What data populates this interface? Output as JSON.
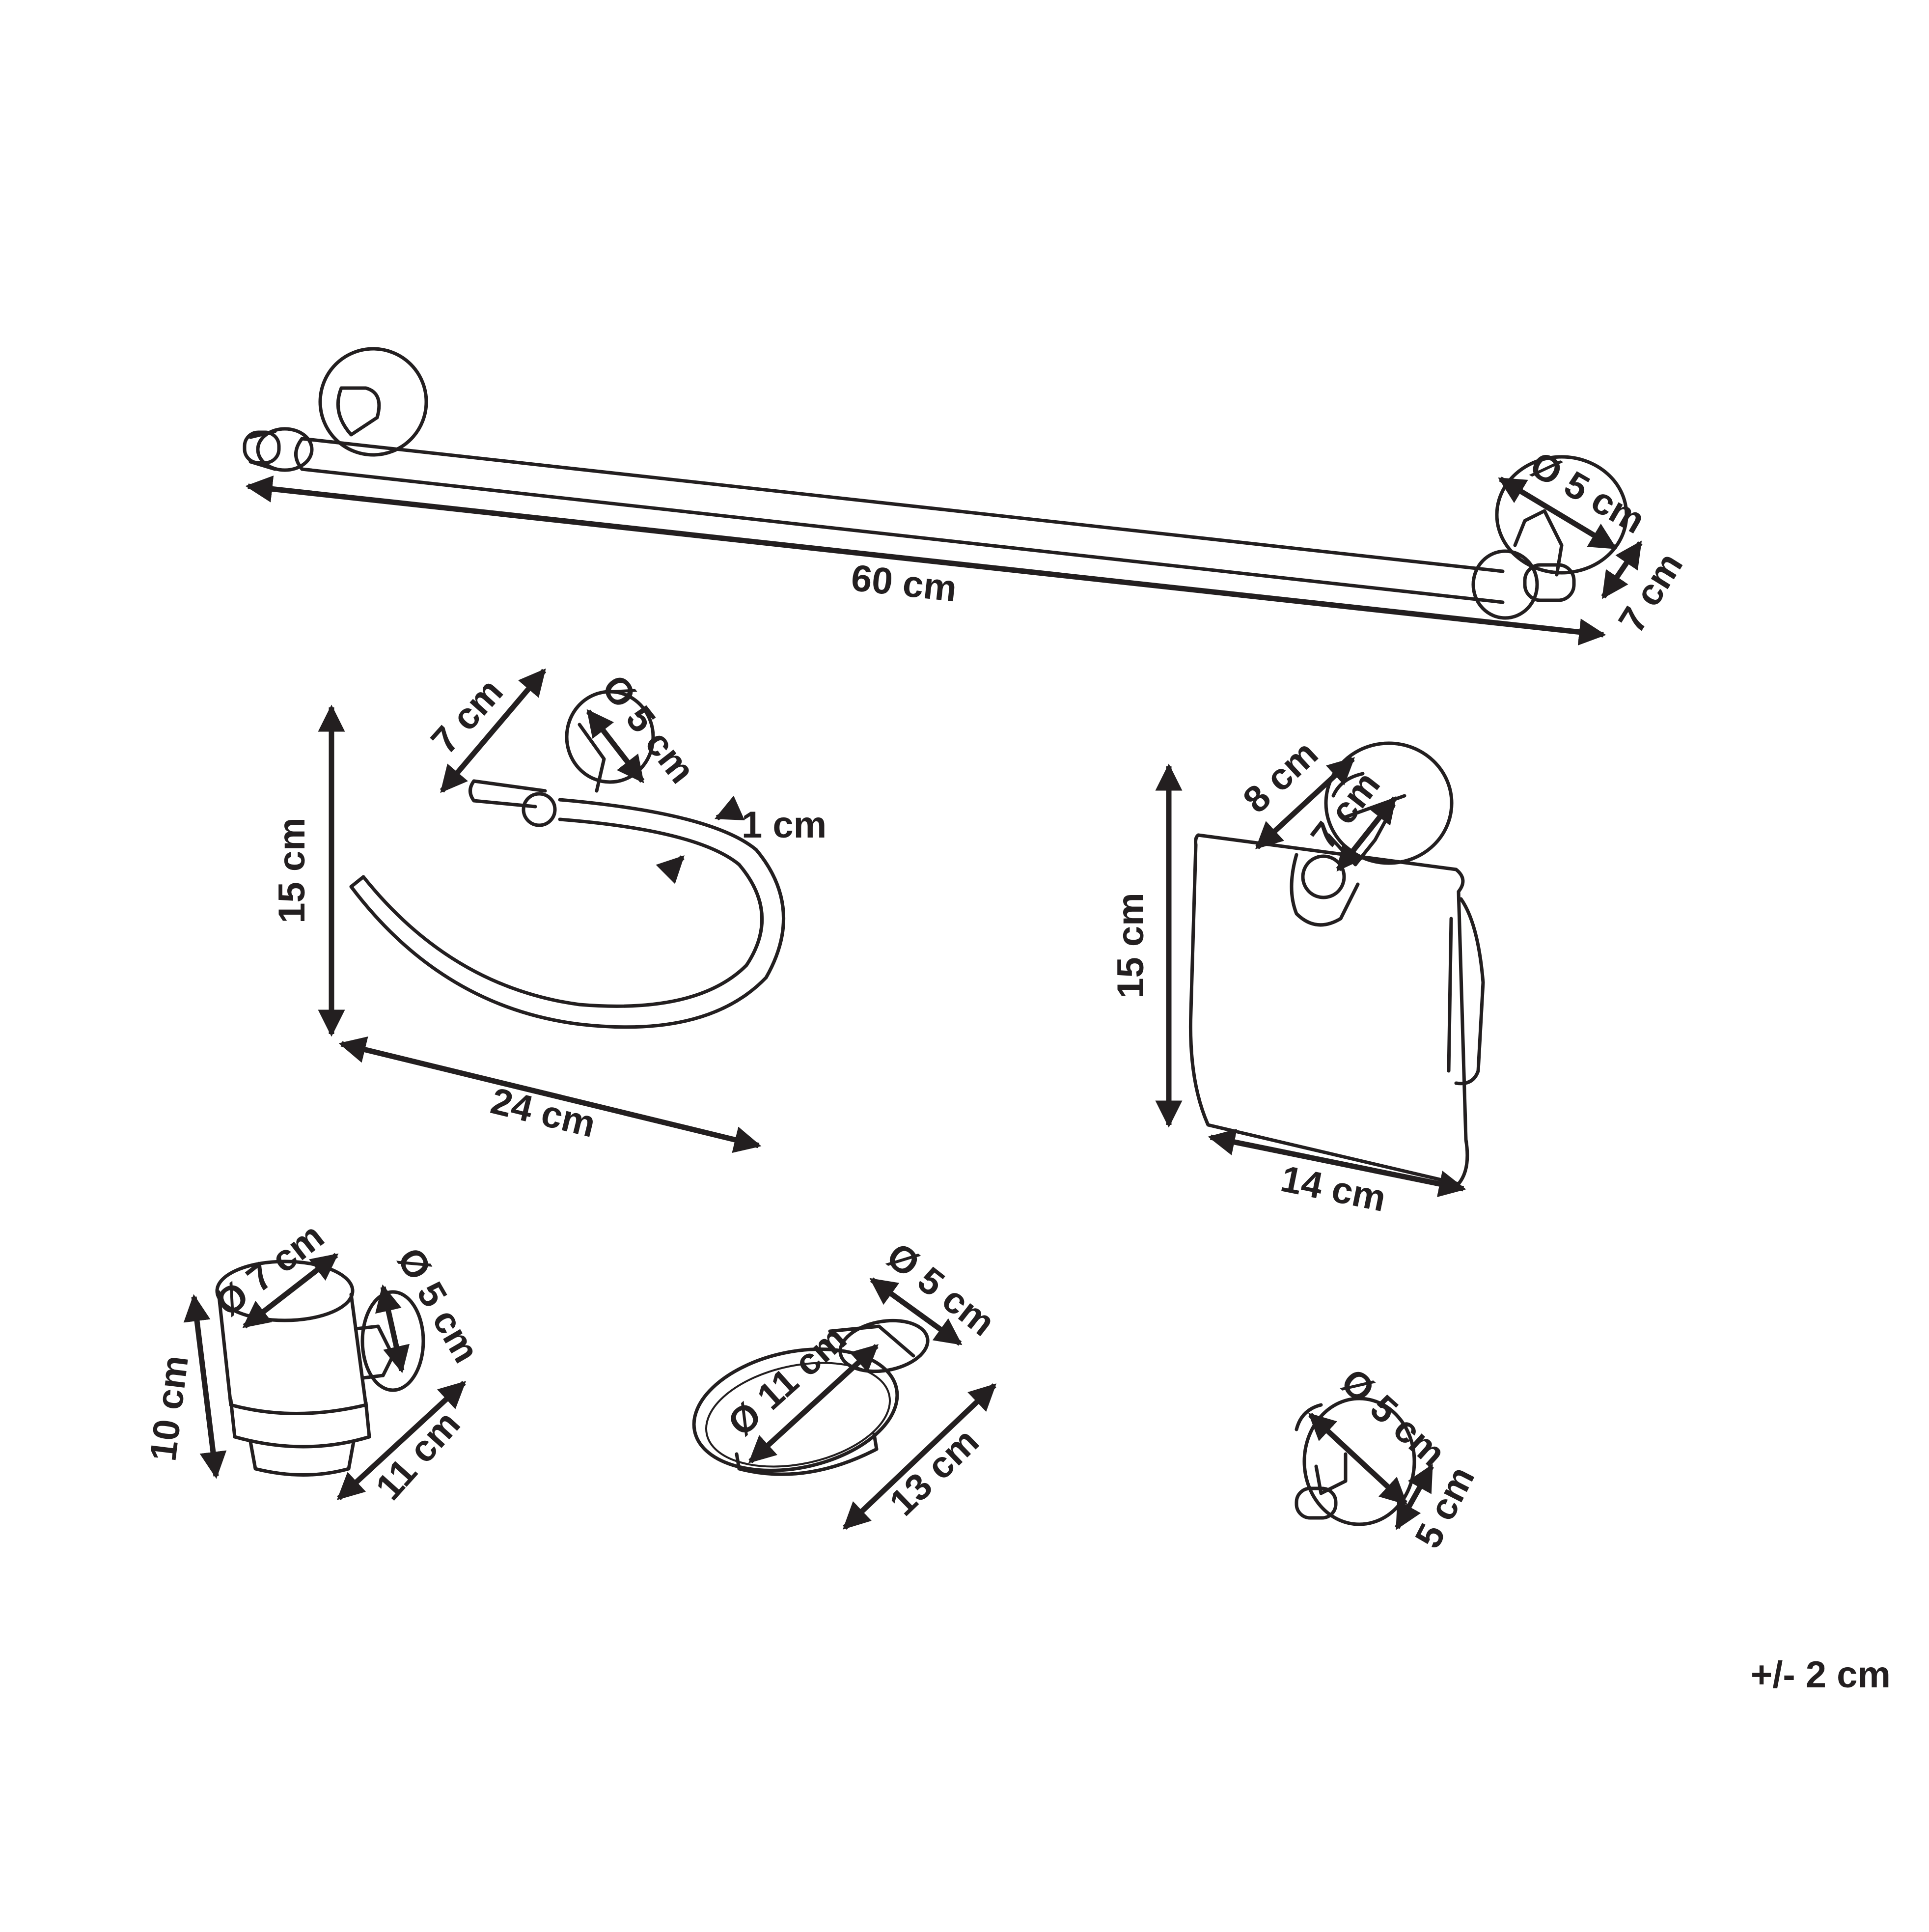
{
  "products": {
    "towel_bar": {
      "width": "60 cm",
      "projection": "7 cm",
      "base_diameter": "Ø 5 cm"
    },
    "towel_ring": {
      "height": "15 cm",
      "width": "24 cm",
      "projection": "7 cm",
      "base_diameter": "Ø 5 cm",
      "tube": "1 cm"
    },
    "paper_holder": {
      "height": "15 cm",
      "width": "14 cm",
      "projection": "8 cm",
      "base_diameter": "7 cm"
    },
    "tumbler_holder": {
      "height": "10 cm",
      "depth": "11 cm",
      "cup_diameter": "Ø 7 cm",
      "base_diameter": "Ø 5 cm"
    },
    "soap_dish": {
      "dish_diameter": "Ø 11 cm",
      "depth": "13 cm",
      "base_diameter": "Ø 5 cm"
    },
    "robe_hook": {
      "base_diameter": "Ø 5 cm",
      "projection": "5 cm"
    }
  },
  "tolerance": "+/- 2 cm"
}
